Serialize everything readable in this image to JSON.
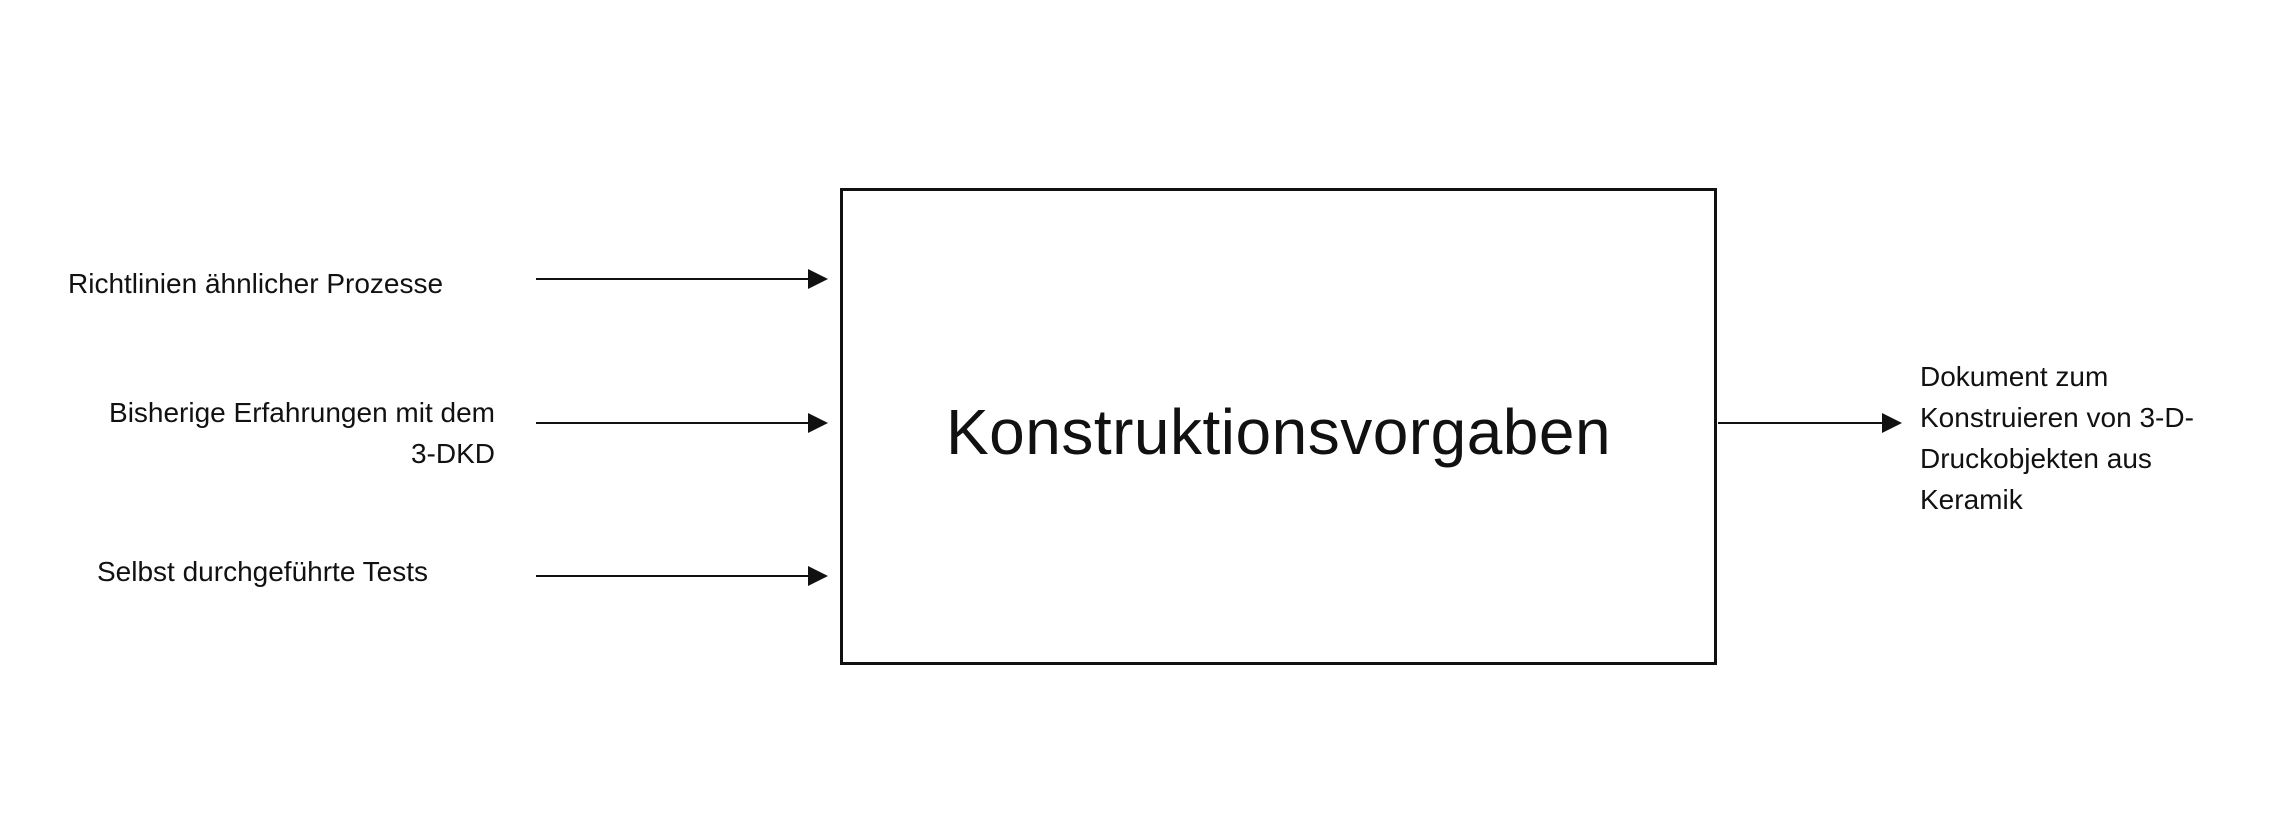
{
  "diagram": {
    "process": {
      "title": "Konstruktionsvorgaben"
    },
    "inputs": [
      {
        "label": "Richtlinien ähnlicher Prozesse"
      },
      {
        "label": "Bisherige Erfahrungen mit dem 3-DKD"
      },
      {
        "label": "Selbst durchgeführte Tests"
      }
    ],
    "outputs": [
      {
        "label": "Dokument  zum Konstruieren von 3-D-Druckobjekten aus Keramik"
      }
    ],
    "colors": {
      "line": "#111111",
      "background": "#ffffff"
    }
  }
}
